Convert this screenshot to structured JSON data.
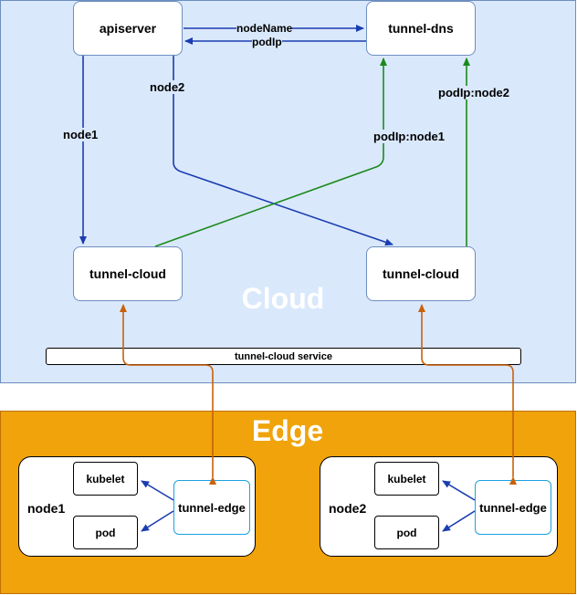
{
  "cloud": {
    "title": "Cloud",
    "apiserver": "apiserver",
    "tunnel_dns": "tunnel-dns",
    "tunnel_cloud_1": "tunnel-cloud",
    "tunnel_cloud_2": "tunnel-cloud",
    "service": "tunnel-cloud service"
  },
  "edge": {
    "title": "Edge",
    "node1": {
      "label": "node1",
      "kubelet": "kubelet",
      "pod": "pod",
      "tunnel_edge": "tunnel-edge"
    },
    "node2": {
      "label": "node2",
      "kubelet": "kubelet",
      "pod": "pod",
      "tunnel_edge": "tunnel-edge"
    }
  },
  "edge_labels": {
    "nodeName": "nodeName",
    "podIp": "podIp",
    "node1": "node1",
    "node2": "node2",
    "podIp_node1": "podIp:node1",
    "podIp_node2": "podIp:node2"
  },
  "colors": {
    "blue_arrow": "#1a3db0",
    "green_arrow": "#1a8a1a",
    "orange_arrow": "#c8620a"
  }
}
